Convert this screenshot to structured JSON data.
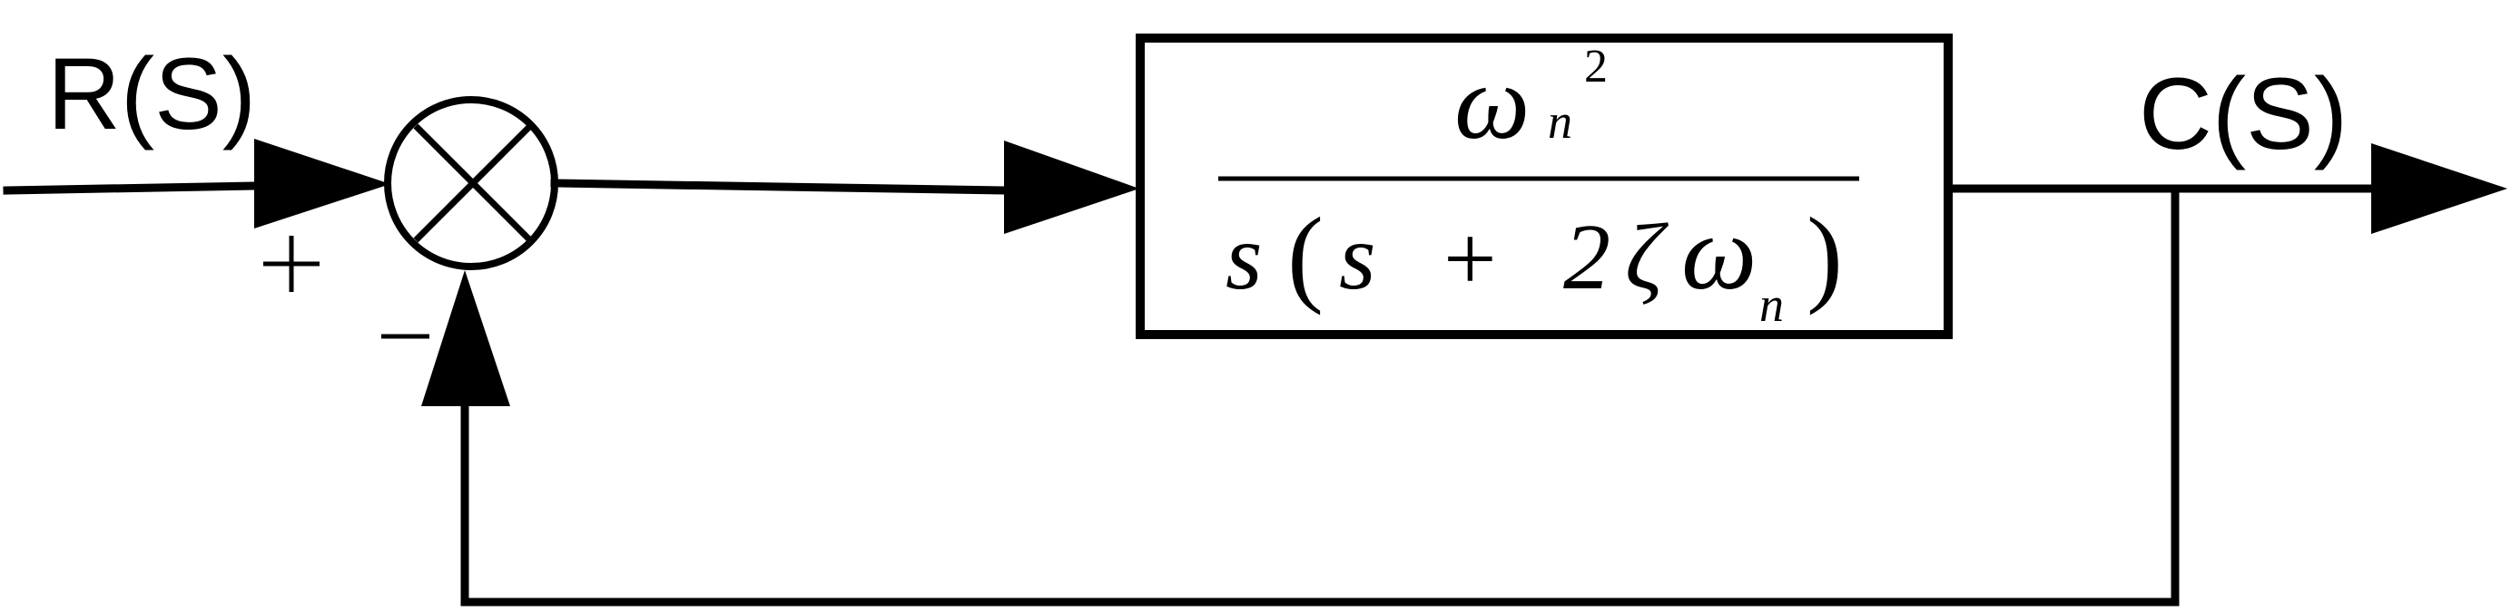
{
  "signals": {
    "input_label": "R(S)",
    "output_label": "C(S)"
  },
  "summing_junction": {
    "plus_sign": "+",
    "minus_sign": "−"
  },
  "transfer_function": {
    "numerator": {
      "symbol": "ω",
      "subscript": "n",
      "superscript": "2"
    },
    "denominator": {
      "s_outer": "s",
      "open_paren": "(",
      "s_inner": "s",
      "plus": "+",
      "two": "2",
      "zeta": "ζ",
      "omega": "ω",
      "subscript": "n",
      "close_paren": ")"
    }
  },
  "colors": {
    "stroke": "#000000",
    "background": "#ffffff"
  }
}
